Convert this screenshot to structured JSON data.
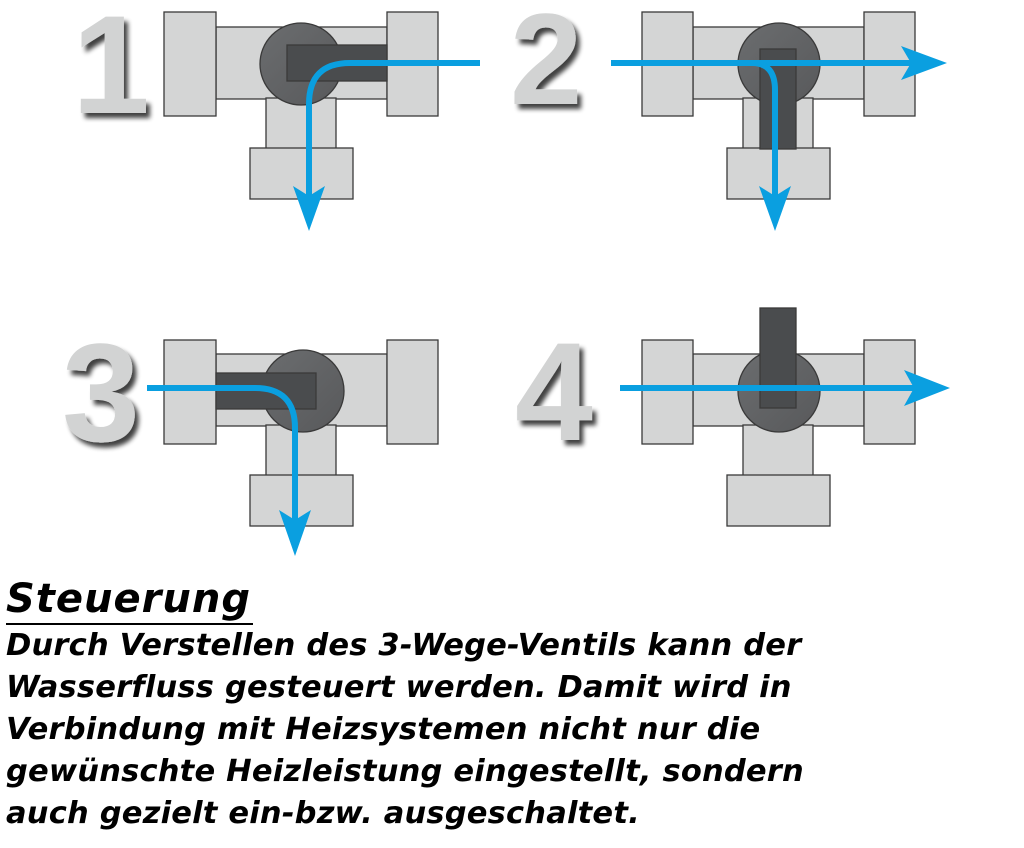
{
  "diagram": {
    "colors": {
      "flow": "#0a9fe0",
      "body": "#d4d5d5",
      "outline": "#3a3a3a",
      "ball": "#626466",
      "handle": "#4a4c4e",
      "number": "#d2d3d3"
    },
    "positions": [
      {
        "number": "1",
        "flow": "right-to-bottom",
        "handle": "horizontal-right"
      },
      {
        "number": "2",
        "flow": "left-to-right-and-bottom",
        "handle": "vertical-down"
      },
      {
        "number": "3",
        "flow": "left-to-bottom",
        "handle": "horizontal-left"
      },
      {
        "number": "4",
        "flow": "left-to-right",
        "handle": "vertical-up"
      }
    ]
  },
  "text": {
    "title": "Steuerung",
    "body": "Durch Verstellen des 3-Wege-Ventils kann der\nWasserfluss gesteuert werden. Damit wird in\nVerbindung mit Heizsystemen nicht nur die\ngewünschte Heizleistung eingestellt, sondern\nauch gezielt ein-bzw. ausgeschaltet."
  }
}
